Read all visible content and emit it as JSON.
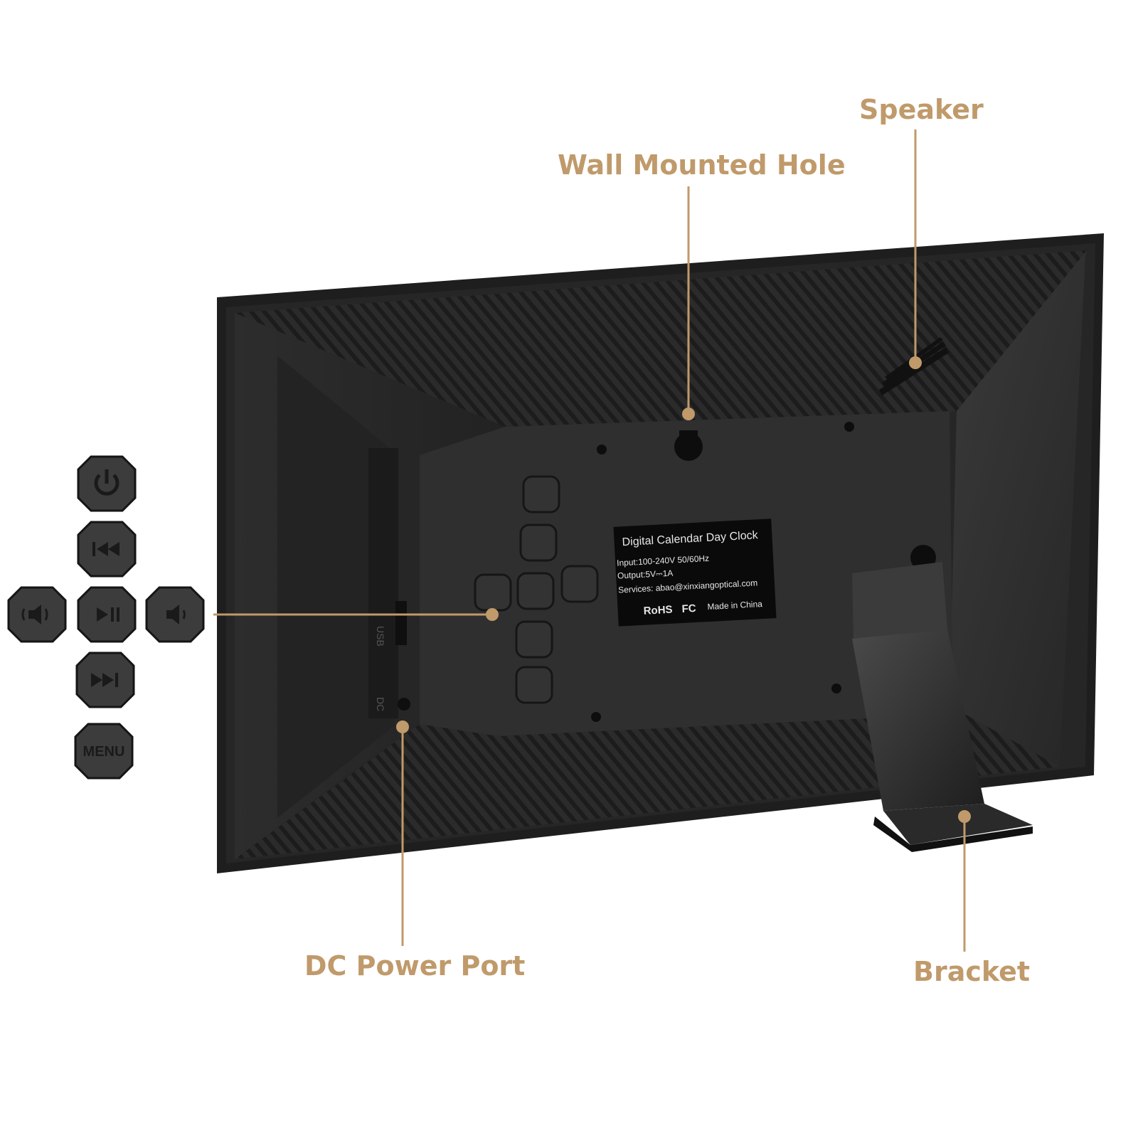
{
  "callouts": {
    "speaker": "Speaker",
    "wall_mounted_hole": "Wall Mounted Hole",
    "dc_power_port": "DC Power Port",
    "bracket": "Bracket"
  },
  "buttons": {
    "power_icon": "power-icon",
    "prev_icon": "previous-track-icon",
    "play_pause_icon": "play-pause-icon",
    "vol_up_icon": "volume-up-icon",
    "vol_down_icon": "volume-down-icon",
    "next_icon": "next-track-icon",
    "menu_label": "MENU"
  },
  "label_plate": {
    "title": "Digital Calendar Day Clock",
    "input": "Input:100-240V 50/60Hz",
    "output": "Output:5V⎓1A",
    "services": "Services: abao@xinxiangoptical.com",
    "rohs": "RoHS",
    "fc": "FC",
    "made_in": "Made in China"
  },
  "side_ports": {
    "usb": "USB",
    "dc": "DC"
  },
  "colors": {
    "accent": "#c09a6b",
    "device_body": "#2a2a2a",
    "button_face": "#3c3c3c"
  }
}
